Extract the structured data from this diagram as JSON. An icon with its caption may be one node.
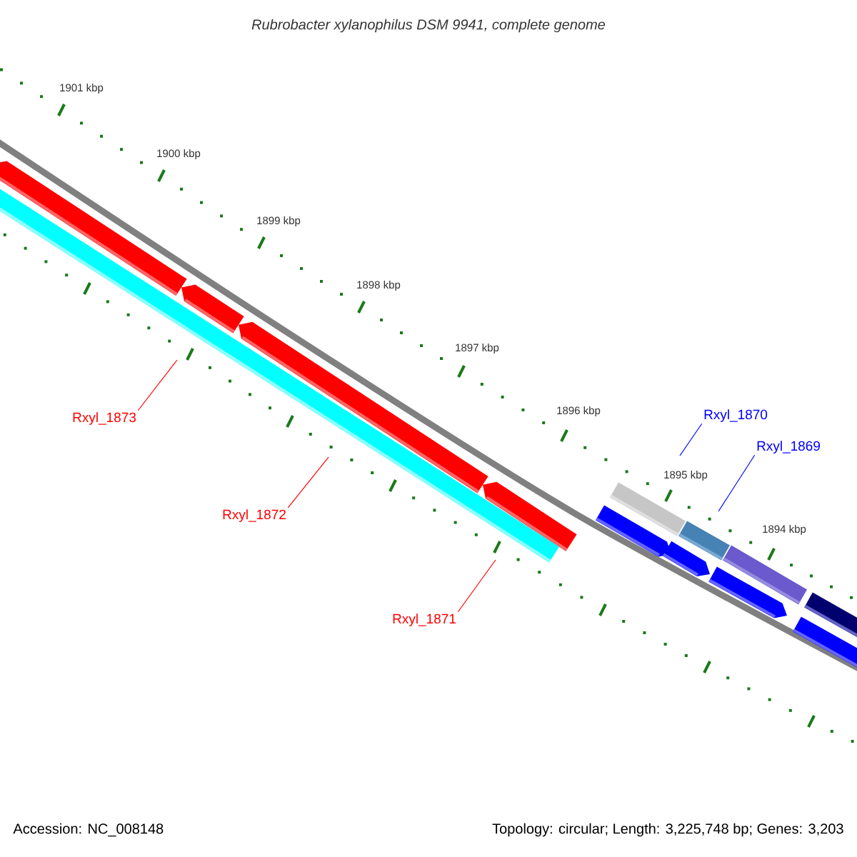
{
  "diagram": {
    "title": "Rubrobacter xylanophilus DSM 9941, complete genome",
    "nodes": [
      {
        "text": [
          "Rxyl_1873"
        ]
      },
      {
        "text": [
          "Rxyl_1872"
        ]
      },
      {
        "text": [
          "Rxyl_1871"
        ]
      },
      {
        "text": [
          "Rxyl_1870"
        ]
      },
      {
        "text": [
          "Rxyl_1869"
        ]
      }
    ],
    "edges": [
      {
        "from": 0,
        "to": null,
        "arrow": "none"
      },
      {
        "from": 1,
        "to": null,
        "arrow": "none"
      },
      {
        "from": 2,
        "to": null,
        "arrow": "none"
      },
      {
        "from": 3,
        "to": null,
        "arrow": "none",
        "color": "#0000ff"
      },
      {
        "from": 4,
        "to": null,
        "arrow": "none",
        "color": "#0000ff"
      }
    ],
    "labels": [
      "1901 kbp",
      "1900 kbp",
      "1899 kbp",
      "1898 kbp",
      "1897 kbp",
      "1896 kbp",
      "1895 kbp",
      "1894 kbp",
      "Accession: NC_008148",
      "Topology: circular; Length: 3,225,748 bp; Genes: 3,203"
    ]
  }
}
